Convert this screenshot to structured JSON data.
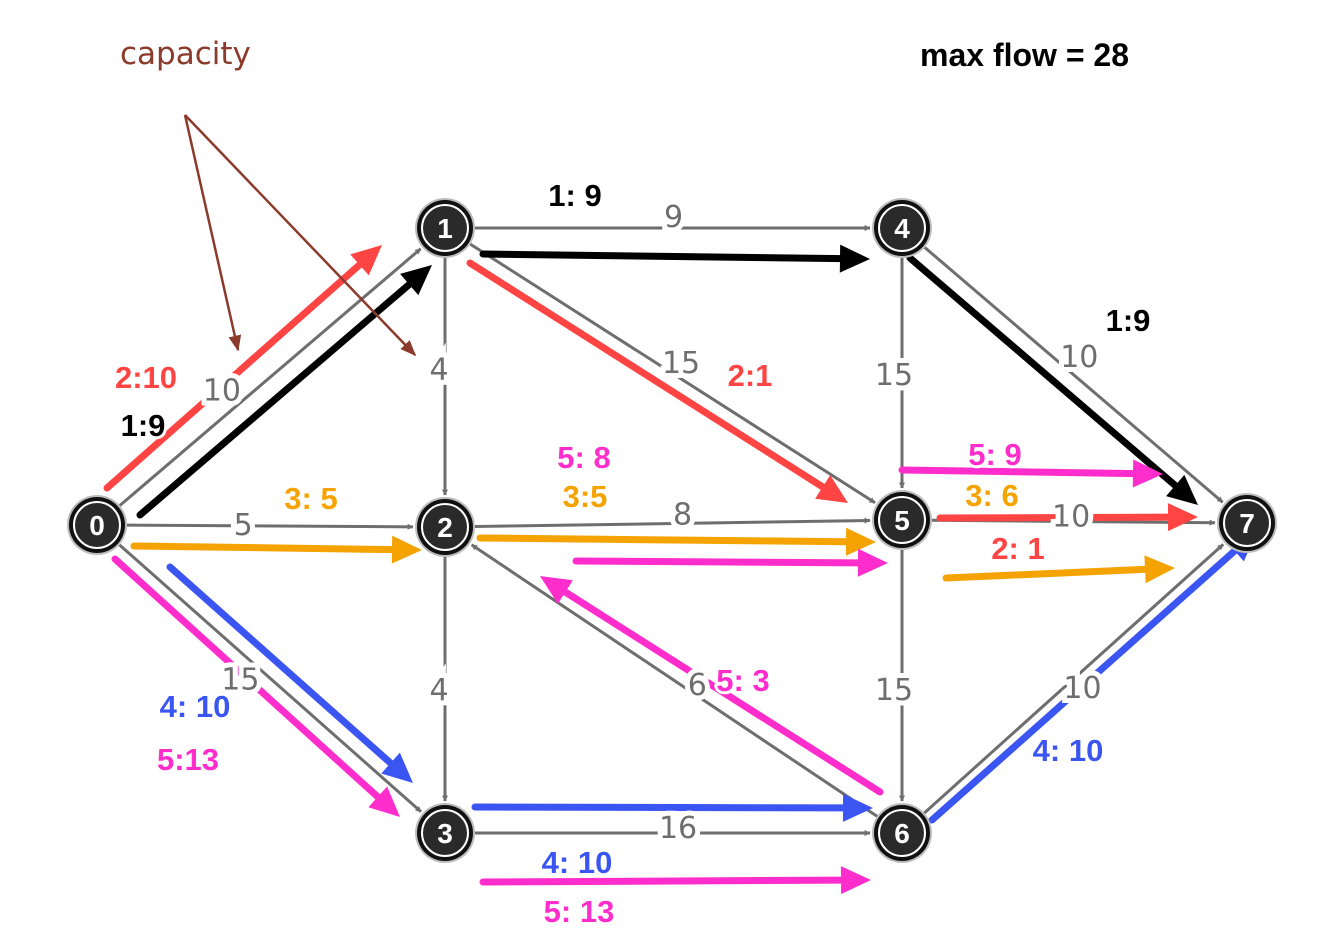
{
  "title": "max flow = 28",
  "callout": {
    "text": "capacity",
    "color": "#8b3a2b"
  },
  "colors": {
    "edge": "#6e6e6e",
    "node_fill": "#2a2a2a",
    "node_ring": "#111111",
    "path1": "#000000",
    "path2": "#ff4444",
    "path3": "#f5a300",
    "path4": "#3b55f2",
    "path5": "#ff2dcc"
  },
  "nodes": [
    "0",
    "1",
    "2",
    "3",
    "4",
    "5",
    "6",
    "7"
  ],
  "edges": [
    {
      "from": "0",
      "to": "1",
      "capacity": "10"
    },
    {
      "from": "0",
      "to": "2",
      "capacity": "5"
    },
    {
      "from": "0",
      "to": "3",
      "capacity": "15"
    },
    {
      "from": "1",
      "to": "4",
      "capacity": "9"
    },
    {
      "from": "1",
      "to": "5",
      "capacity": "15"
    },
    {
      "from": "1",
      "to": "2",
      "capacity": "4"
    },
    {
      "from": "2",
      "to": "5",
      "capacity": "8"
    },
    {
      "from": "2",
      "to": "3",
      "capacity": "4"
    },
    {
      "from": "3",
      "to": "6",
      "capacity": "16"
    },
    {
      "from": "4",
      "to": "5",
      "capacity": "15"
    },
    {
      "from": "4",
      "to": "7",
      "capacity": "10"
    },
    {
      "from": "5",
      "to": "7",
      "capacity": "10"
    },
    {
      "from": "5",
      "to": "6",
      "capacity": "15"
    },
    {
      "from": "6",
      "to": "2",
      "capacity": "6"
    },
    {
      "from": "6",
      "to": "7",
      "capacity": "10"
    }
  ],
  "flow_labels": [
    {
      "text": "1: 9",
      "path": "path1"
    },
    {
      "text": "1:9",
      "path": "path1"
    },
    {
      "text": "1:9",
      "path": "path1"
    },
    {
      "text": "2:10",
      "path": "path2"
    },
    {
      "text": "2:1",
      "path": "path2"
    },
    {
      "text": "2: 1",
      "path": "path2"
    },
    {
      "text": "3: 5",
      "path": "path3"
    },
    {
      "text": "3:5",
      "path": "path3"
    },
    {
      "text": "3: 6",
      "path": "path3"
    },
    {
      "text": "4: 10",
      "path": "path4"
    },
    {
      "text": "4: 10",
      "path": "path4"
    },
    {
      "text": "4: 10",
      "path": "path4"
    },
    {
      "text": "5:13",
      "path": "path5"
    },
    {
      "text": "5: 8",
      "path": "path5"
    },
    {
      "text": "5: 9",
      "path": "path5"
    },
    {
      "text": "5: 3",
      "path": "path5"
    },
    {
      "text": "5: 13",
      "path": "path5"
    }
  ]
}
